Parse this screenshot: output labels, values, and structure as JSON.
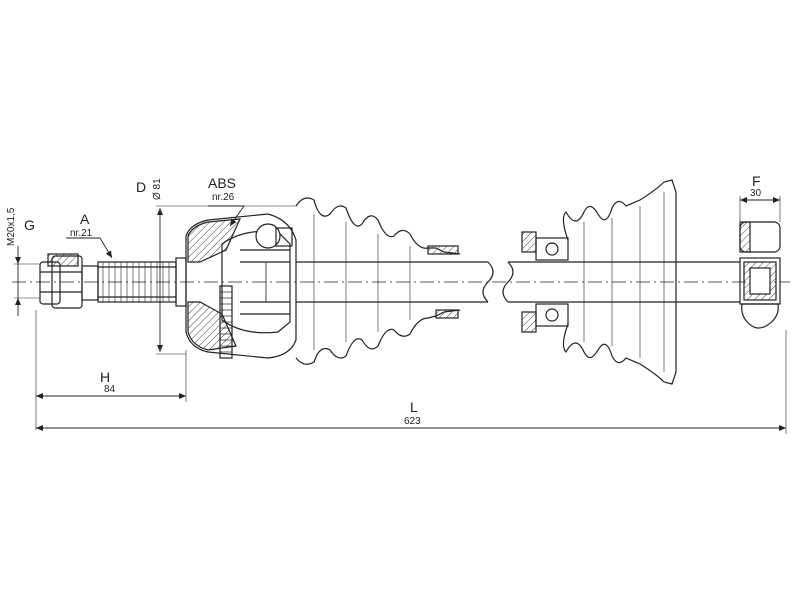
{
  "labels": {
    "G": "G",
    "thread": "M20x1,5",
    "A": "A",
    "A_ref": "nr.21",
    "D": "D",
    "D_value": "Ø 81",
    "ABS": "ABS",
    "ABS_ref": "nr.26",
    "H": "H",
    "H_value": "84",
    "L": "L",
    "L_value": "623",
    "F": "F",
    "F_value": "30"
  },
  "colors": {
    "line": "#222222",
    "hatch": "#444444"
  }
}
